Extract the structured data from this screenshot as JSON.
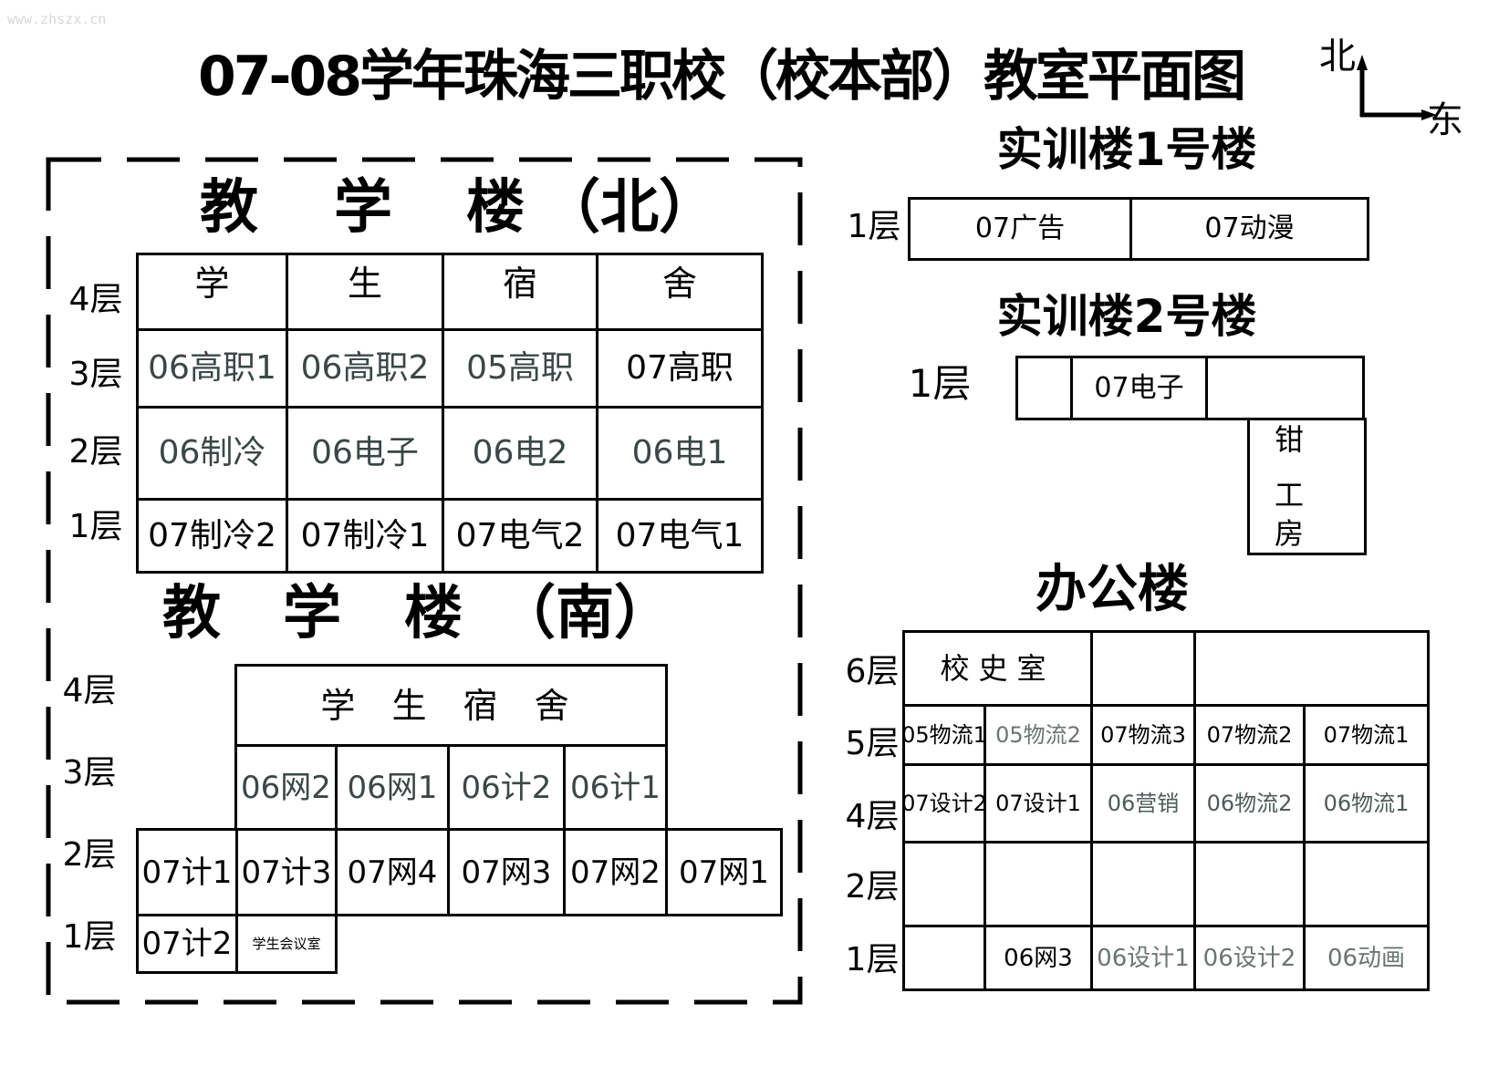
{
  "watermark": "www.zhszx.cn",
  "title": "07-08学年珠海三职校（校本部）教室平面图",
  "compass": {
    "north": "北",
    "east": "东"
  },
  "north_building": {
    "title_chars": [
      "教",
      "学",
      "楼",
      "（北）"
    ],
    "floors": [
      "4层",
      "3层",
      "2层",
      "1层"
    ],
    "rows": [
      [
        {
          "t": "学"
        },
        {
          "t": "生"
        },
        {
          "t": "宿"
        },
        {
          "t": "舍"
        }
      ],
      [
        {
          "t": "06高职1",
          "c": "#3b4747"
        },
        {
          "t": "06高职2",
          "c": "#3b4747"
        },
        {
          "t": "05高职",
          "c": "#3b4747"
        },
        {
          "t": "07高职"
        }
      ],
      [
        {
          "t": "06制冷",
          "c": "#3b4747"
        },
        {
          "t": "06电子",
          "c": "#3b4747"
        },
        {
          "t": "06电2",
          "c": "#3b4747"
        },
        {
          "t": "06电1",
          "c": "#3b4747"
        }
      ],
      [
        {
          "t": "07制冷2"
        },
        {
          "t": "07制冷1"
        },
        {
          "t": "07电气2"
        },
        {
          "t": "07电气1"
        }
      ]
    ]
  },
  "south_building": {
    "title_chars": [
      "教",
      "学",
      "楼",
      "（南）"
    ],
    "floors": [
      "4层",
      "3层",
      "2层",
      "1层"
    ],
    "dorm": "学 生 宿 舍",
    "floor3": [
      {
        "t": "06网2",
        "c": "#3b4747"
      },
      {
        "t": "06网1",
        "c": "#3b4747"
      },
      {
        "t": "06计2",
        "c": "#3b4747"
      },
      {
        "t": "06计1",
        "c": "#3b4747"
      }
    ],
    "floor2": [
      {
        "t": "07计1"
      },
      {
        "t": "07计3"
      },
      {
        "t": "07网4"
      },
      {
        "t": "07网3"
      },
      {
        "t": "07网2"
      },
      {
        "t": "07网1"
      }
    ],
    "floor1": [
      {
        "t": "07计2"
      },
      {
        "t": "学生会议室"
      }
    ]
  },
  "training1": {
    "title": "实训楼1号楼",
    "floor": "1层",
    "rooms": [
      {
        "t": "07广告"
      },
      {
        "t": "07动漫"
      }
    ]
  },
  "training2": {
    "title": "实训楼2号楼",
    "floor": "1层",
    "rooms": [
      {
        "t": ""
      },
      {
        "t": "07电子"
      },
      {
        "t": ""
      }
    ],
    "workshop": [
      "钳",
      "工",
      "房"
    ]
  },
  "office": {
    "title": "办公楼",
    "floors": [
      "6层",
      "5层",
      "4层",
      "2层",
      "1层"
    ],
    "floor6": [
      {
        "t": "校史室"
      },
      {
        "t": ""
      },
      {
        "t": ""
      }
    ],
    "floor5": [
      {
        "t": "05物流1"
      },
      {
        "t": "05物流2",
        "c": "#6b7474"
      },
      {
        "t": "07物流3"
      },
      {
        "t": "07物流2"
      },
      {
        "t": "07物流1"
      }
    ],
    "floor4": [
      {
        "t": "07设计2"
      },
      {
        "t": "07设计1"
      },
      {
        "t": "06营销",
        "c": "#4e5a5a"
      },
      {
        "t": "06物流2",
        "c": "#4e5a5a"
      },
      {
        "t": "06物流1",
        "c": "#4e5a5a"
      }
    ],
    "floor2": [
      {
        "t": ""
      },
      {
        "t": ""
      },
      {
        "t": ""
      },
      {
        "t": ""
      },
      {
        "t": ""
      }
    ],
    "floor1": [
      {
        "t": ""
      },
      {
        "t": "06网3"
      },
      {
        "t": "06设计1",
        "c": "#6b7474"
      },
      {
        "t": "06设计2",
        "c": "#6b7474"
      },
      {
        "t": "06动画",
        "c": "#6b7474"
      }
    ]
  }
}
